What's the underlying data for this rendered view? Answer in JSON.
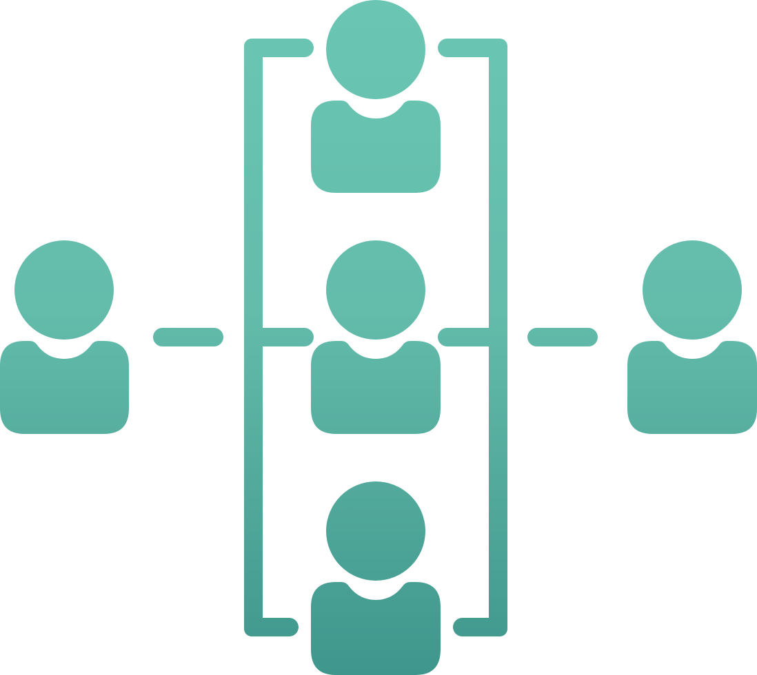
{
  "diagram": {
    "kind": "organization-network-icon",
    "colors": {
      "gradient_top": "#6AC6B3",
      "gradient_bottom": "#3F968C",
      "background": "#FFFFFF"
    },
    "nodes": [
      {
        "id": "person-top",
        "icon": "person-icon"
      },
      {
        "id": "person-middle",
        "icon": "person-icon"
      },
      {
        "id": "person-bottom",
        "icon": "person-icon"
      },
      {
        "id": "person-left",
        "icon": "person-icon"
      },
      {
        "id": "person-right",
        "icon": "person-icon"
      }
    ],
    "edges": [
      {
        "from": "person-left",
        "to": "left-bracket"
      },
      {
        "from": "left-bracket",
        "to": "person-top"
      },
      {
        "from": "left-bracket",
        "to": "person-middle"
      },
      {
        "from": "left-bracket",
        "to": "person-bottom"
      },
      {
        "from": "person-top",
        "to": "right-bracket"
      },
      {
        "from": "person-middle",
        "to": "right-bracket"
      },
      {
        "from": "person-bottom",
        "to": "right-bracket"
      },
      {
        "from": "right-bracket",
        "to": "person-right"
      }
    ]
  }
}
